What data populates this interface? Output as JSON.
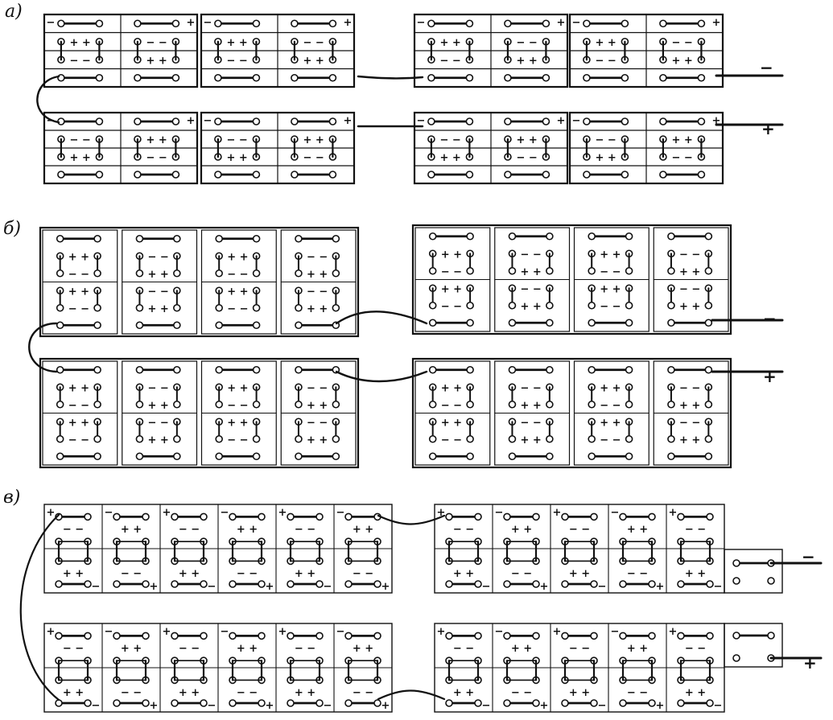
{
  "diagram": {
    "panels": [
      {
        "label": "а)",
        "negative_terminal": "−",
        "positive_terminal": "+"
      },
      {
        "label": "б)",
        "negative_terminal": "−",
        "positive_terminal": "+"
      },
      {
        "label": "в)",
        "negative_terminal": "−",
        "positive_terminal": "+"
      }
    ],
    "color": "#111111"
  }
}
